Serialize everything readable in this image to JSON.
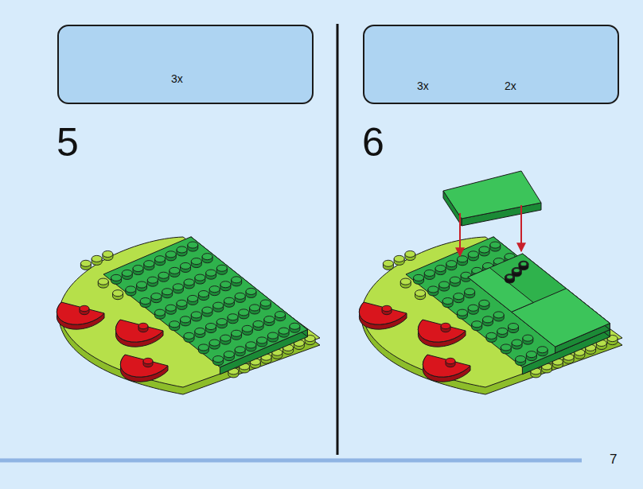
{
  "diagram": {
    "nodes": [
      {
        "text": [
          "3x"
        ]
      },
      {
        "text": [
          "3x",
          "2x"
        ]
      }
    ],
    "labels": [
      "5",
      "6",
      "7"
    ]
  }
}
